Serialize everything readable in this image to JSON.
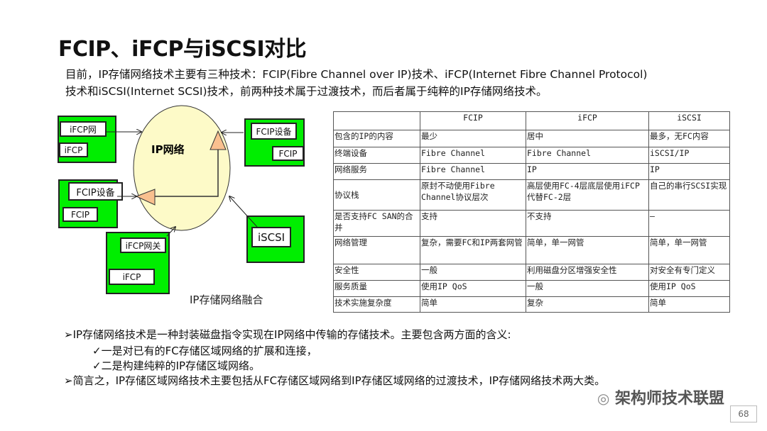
{
  "title": "FCIP、iFCP与iSCSI对比",
  "intro": [
    "目前，IP存储网络技术主要有三种技术：FCIP(Fibre Channel over IP)技术、iFCP(Internet Fibre Channel Protocol)",
    "技术和iSCSI(Internet SCSI)技术，前两种技术属于过渡技术，而后者属于纯粹的IP存储网络技术。"
  ],
  "diagram": {
    "network": "IP网络",
    "caption": "IP存储网络融合",
    "box1": {
      "top": "iFCP网",
      "bottom": "iFCP"
    },
    "box2": {
      "top": "FCIP设备",
      "bottom": "FCIP"
    },
    "box3": {
      "top": "FCIP设备",
      "bottom": "FCIP"
    },
    "box4": {
      "top": "iFCP网关",
      "bottom": "iFCP"
    },
    "box5": {
      "top": "iSCSI"
    },
    "colors": {
      "box": "#00ee00",
      "ellipse": "#fdfac8",
      "triangle": "#f9c08f"
    }
  },
  "table": {
    "headers": [
      "",
      "FCIP",
      "iFCP",
      "iSCSI"
    ],
    "rows": [
      [
        "包含的IP的内容",
        "最少",
        "居中",
        "最多，无FC内容"
      ],
      [
        "终端设备",
        "Fibre Channel",
        "Fibre Channel",
        "iSCSI/IP"
      ],
      [
        "网络服务",
        "Fibre Channel",
        "IP",
        "IP"
      ],
      [
        "协议栈",
        "原封不动使用Fibre Channel协议层次",
        "高层使用FC-4层底层使用iFCP代替FC-2层",
        "自己的串行SCSI实现"
      ],
      [
        "是否支持FC SAN的合并",
        "支持",
        "不支持",
        "—"
      ],
      [
        "网络管理",
        "复杂，需要FC和IP两套网管",
        "简单，单一网管",
        "简单，单一网管"
      ],
      [
        "安全性",
        "一般",
        "利用磁盘分区增强安全性",
        "对安全有专门定义"
      ],
      [
        "服务质量",
        "使用IP QoS",
        "一般",
        "使用IP QoS"
      ],
      [
        "技术实施复杂度",
        "简单",
        "复杂",
        "简单"
      ]
    ]
  },
  "bullets": [
    "➢IP存储网络技术是一种封装磁盘指令实现在IP网络中传输的存储技术。主要包含两方面的含义:",
    "✓一是对已有的FC存储区域网络的扩展和连接，",
    "✓二是构建纯粹的IP存储区域网络。",
    "➢简言之，IP存储区域网络技术主要包括从FC存储区域网络到IP存储区域网络的过渡技术，IP存储网络技术两大类。"
  ],
  "watermark": "架构师技术联盟",
  "page_number": "68"
}
